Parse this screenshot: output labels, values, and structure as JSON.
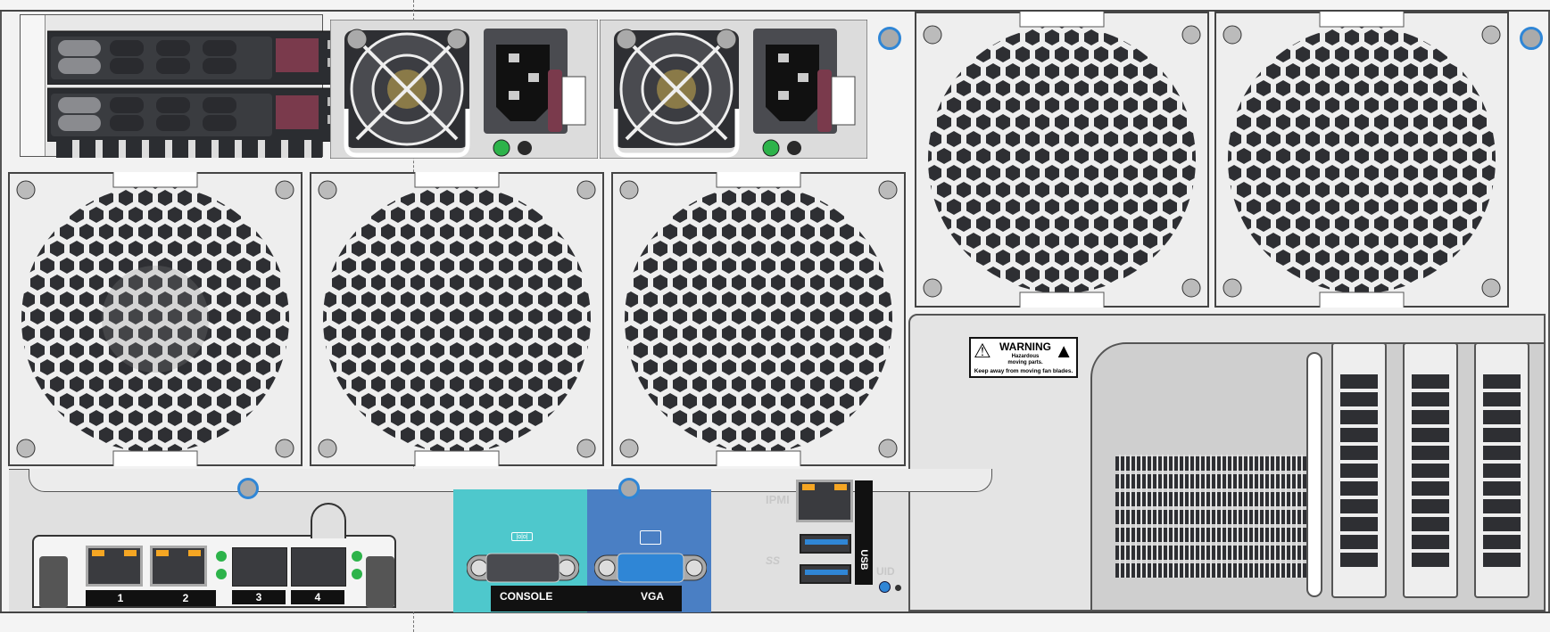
{
  "title": "Server rear panel",
  "warning": {
    "heading": "WARNING",
    "line1": "Hazardous",
    "line2": "moving parts.",
    "line3": "Keep away from moving fan blades."
  },
  "nic": {
    "ports": [
      "1",
      "2",
      "3",
      "4"
    ]
  },
  "io": {
    "console_label": "CONSOLE",
    "vga_label": "VGA",
    "ipmi_label": "IPMI",
    "usb_label": "USB",
    "uid_label": "UID",
    "usb_speed_label": "SS"
  },
  "colors": {
    "console_bg": "#4ec8cc",
    "vga_bg": "#4a7fc4",
    "led_green": "#2db34a",
    "led_amber": "#f5a623",
    "uid_blue": "#2f86d6",
    "latch": "#7a3a4c"
  },
  "components": {
    "drive_bays": 2,
    "power_supplies": 2,
    "fans": 5,
    "pcie_slots": 3
  }
}
